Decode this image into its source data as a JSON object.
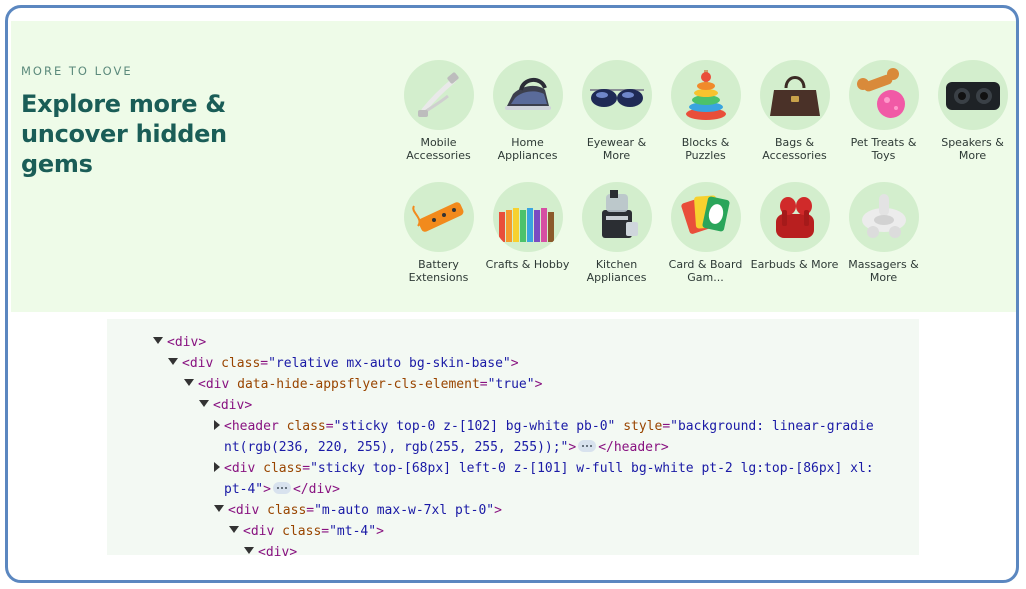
{
  "promo": {
    "eyebrow": "MORE TO LOVE",
    "headline": "Explore more & uncover hidden gems",
    "categories": [
      {
        "label": "Mobile Accessories",
        "icon": "cable-icon"
      },
      {
        "label": "Home Appliances",
        "icon": "iron-icon"
      },
      {
        "label": "Eyewear & More",
        "icon": "sunglasses-icon"
      },
      {
        "label": "Blocks & Puzzles",
        "icon": "stacking-rings-icon"
      },
      {
        "label": "Bags & Accessories",
        "icon": "handbag-icon"
      },
      {
        "label": "Pet Treats & Toys",
        "icon": "dog-bone-icon"
      },
      {
        "label": "Speakers & More",
        "icon": "speaker-icon"
      },
      {
        "label": "Battery Extensions",
        "icon": "extension-board-icon"
      },
      {
        "label": "Crafts & Hobby",
        "icon": "crayons-icon"
      },
      {
        "label": "Kitchen Appliances",
        "icon": "juicer-icon"
      },
      {
        "label": "Card & Board Gam...",
        "icon": "playing-cards-icon"
      },
      {
        "label": "Earbuds & More",
        "icon": "earbuds-icon"
      },
      {
        "label": "Massagers & More",
        "icon": "massager-icon"
      }
    ]
  },
  "dom_tree": [
    {
      "open": "<div",
      "close": ">",
      "attrs": []
    },
    {
      "open": "<div",
      "close": ">",
      "attrs": [
        {
          "name": "class",
          "value": "\"relative mx-auto bg-skin-base\""
        }
      ]
    },
    {
      "open": "<div",
      "close": ">",
      "attrs": [
        {
          "name": "data-hide-appsflyer-cls-element",
          "value": "\"true\""
        }
      ]
    },
    {
      "open": "<div",
      "close": ">",
      "attrs": []
    },
    {
      "open": "<header",
      "attrs": [
        {
          "name": "class",
          "value": "\"sticky top-0 z-[102] bg-white pb-0\""
        },
        {
          "name": "style",
          "value": "\"background: linear-gradie"
        }
      ],
      "cont": "nt(rgb(236, 220, 255), rgb(255, 255, 255));\"",
      "end_close": "</header>"
    },
    {
      "open": "<div",
      "attrs": [
        {
          "name": "class",
          "value": "\"sticky top-[68px] left-0 z-[101] w-full bg-white pt-2 lg:top-[86px] xl:"
        }
      ],
      "cont": "pt-4\"",
      "end_close": "</div>"
    },
    {
      "open": "<div",
      "close": ">",
      "attrs": [
        {
          "name": "class",
          "value": "\"m-auto max-w-7xl pt-0\""
        }
      ]
    },
    {
      "open": "<div",
      "close": ">",
      "attrs": [
        {
          "name": "class",
          "value": "\"mt-4\""
        }
      ]
    },
    {
      "open": "<div",
      "close": ">",
      "attrs": []
    }
  ],
  "colors": {
    "panel_bg": "#eefbe8",
    "circle_bg": "#d3eecd",
    "headline": "#1a5d57",
    "tag": "#881280",
    "attr_name": "#994500",
    "attr_value": "#1a1aa6",
    "frame_border": "#5b87c0"
  }
}
